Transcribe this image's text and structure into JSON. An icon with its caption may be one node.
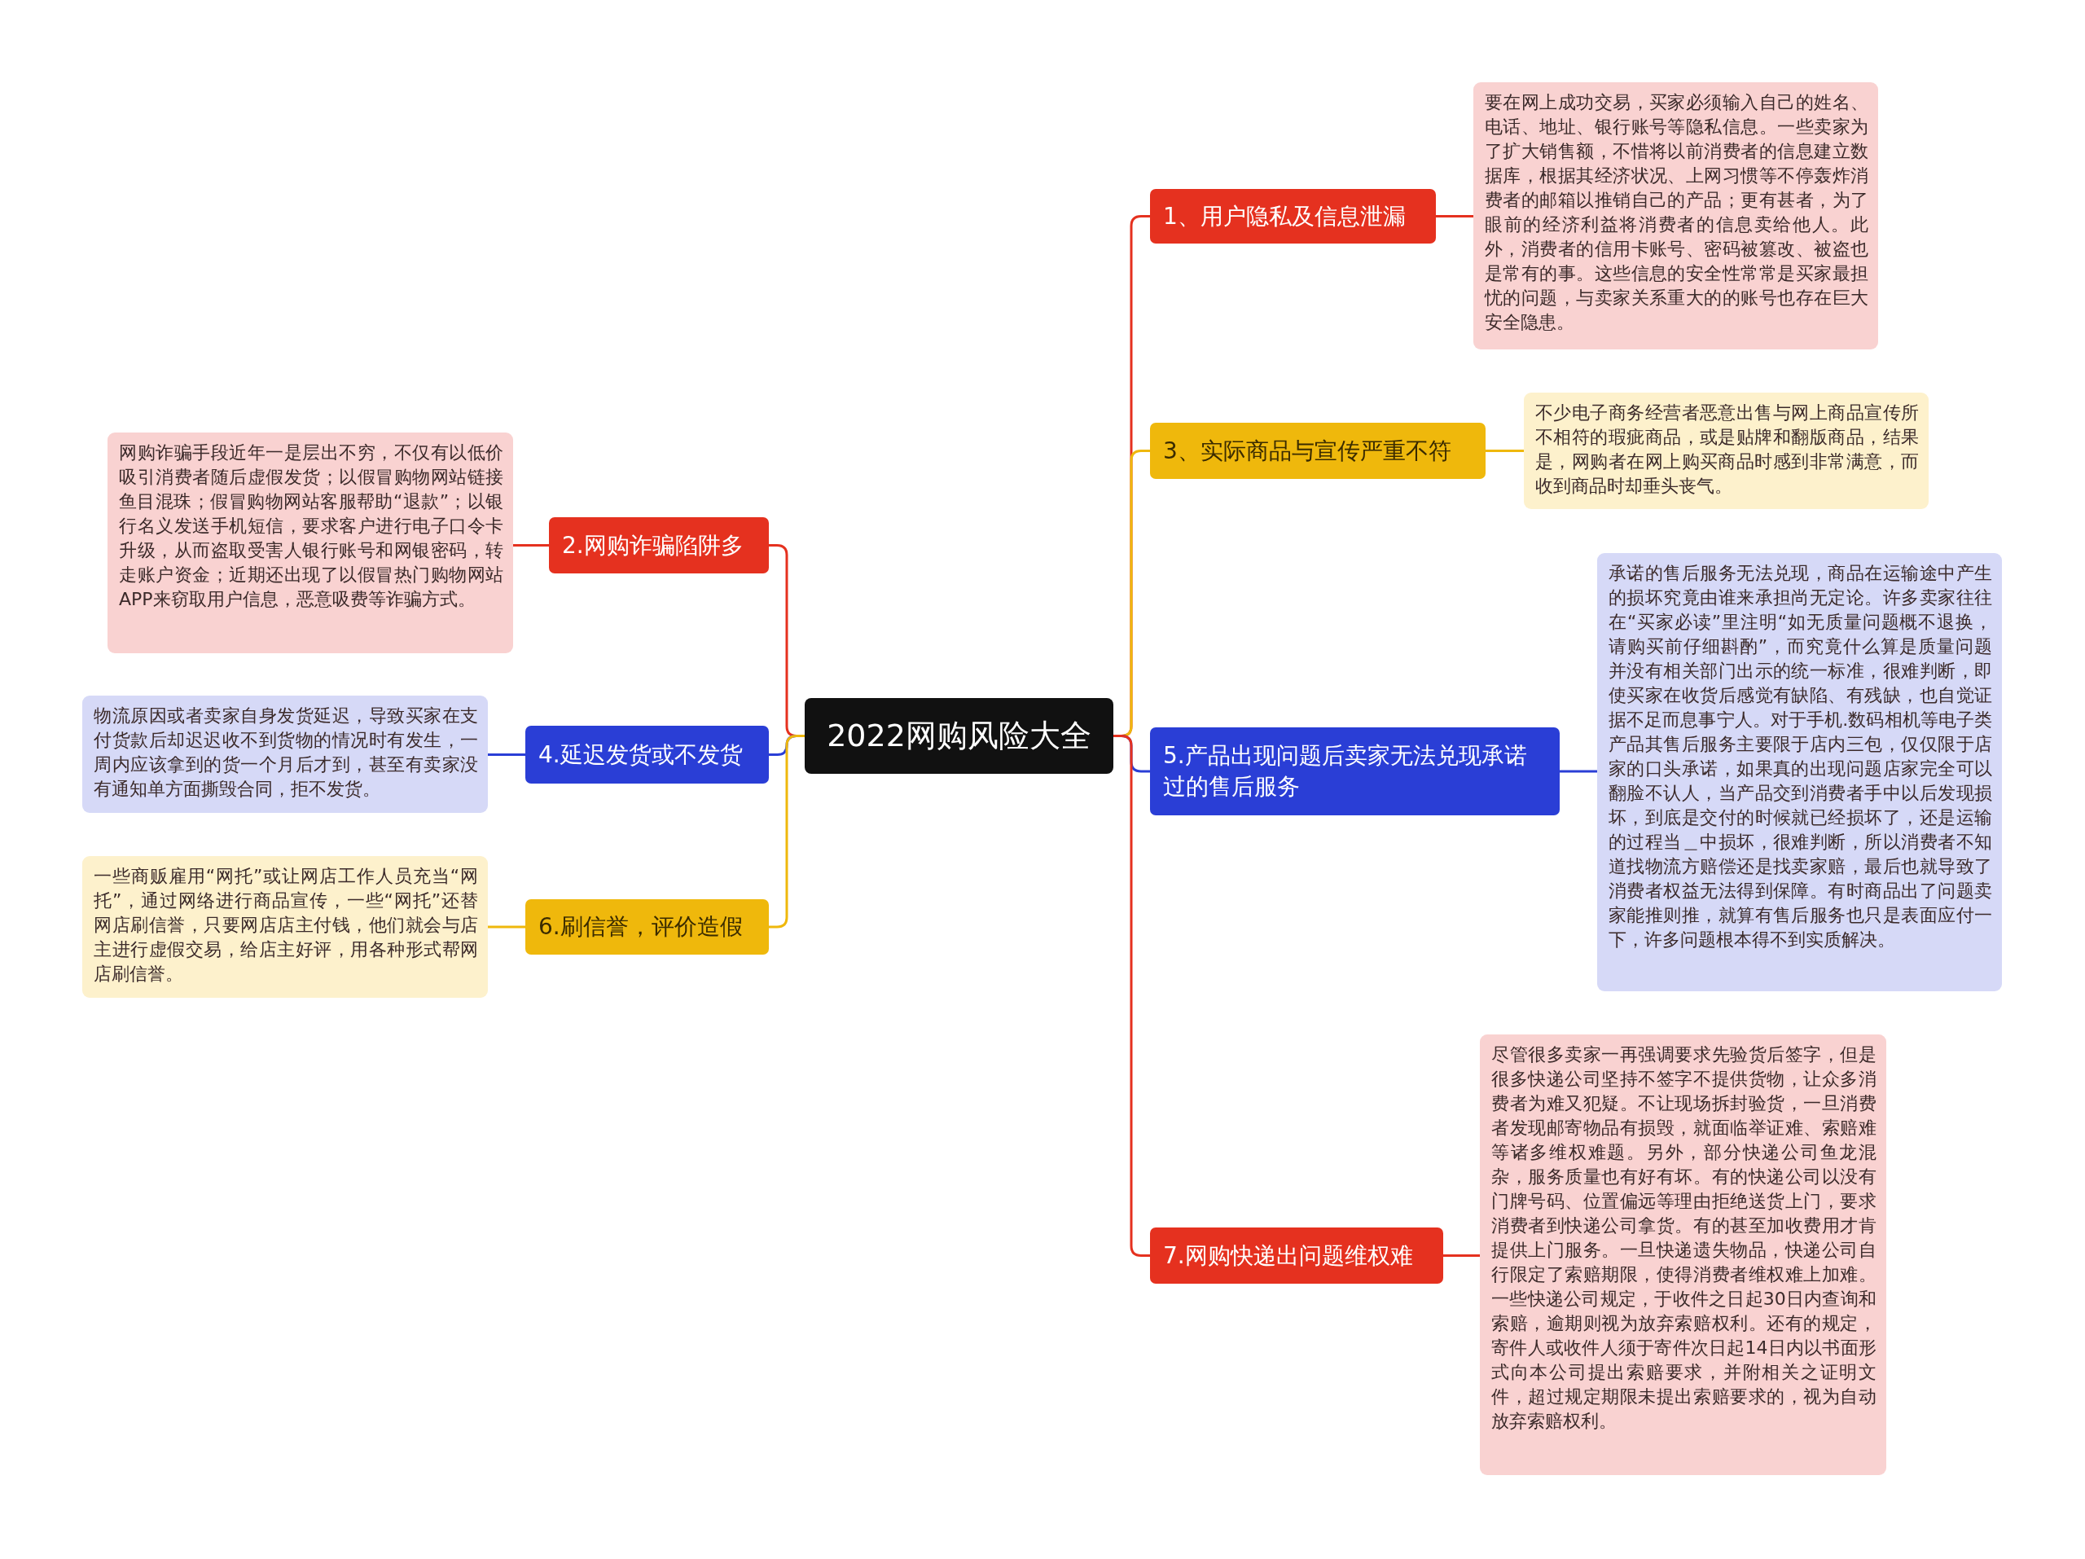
{
  "diagram": {
    "nodes": [
      {
        "text": [
          "2022网购风险大全"
        ]
      },
      {
        "text": [
          "1、用户隐私及信息泄漏"
        ]
      },
      {
        "text": [
          "要在网上成功交易，买家必须输入自己的姓名、电话、地址、银行账号等隐私信息。一些卖家为了扩大销售额，不惜将以前消费者的信息建立数据库，根据其经济状况、上网习惯等不停轰炸消费者的邮箱以推销自己的产品；更有甚者，为了眼前的经济利益将消费者的信息卖给他人。此外，消费者的信用卡账号、密码被篡改、被盗也是常有的事。这些信息的安全性常常是买家最担忧的问题，与卖家关系重大的的账号也存在巨大安全隐患。"
        ]
      },
      {
        "text": [
          "2.网购诈骗陷阱多"
        ]
      },
      {
        "text": [
          "网购诈骗手段近年一是层出不穷，不仅有以低价吸引消费者随后虚假发货；以假冒购物网站链接鱼目混珠；假冒购物网站客服帮助“退款”；以银行名义发送手机短信，要求客户进行电子口令卡升级，从而盗取受害人银行账号和网银密码，转走账户资金；近期还出现了以假冒热门购物网站APP来窃取用户信息，恶意吸费等诈骗方式。"
        ]
      },
      {
        "text": [
          "3、实际商品与宣传严重不符"
        ]
      },
      {
        "text": [
          "不少电子商务经营者恶意出售与网上商品宣传所不相符的瑕疵商品，或是贴牌和翻版商品，结果是，网购者在网上购买商品时感到非常满意，而收到商品时却垂头丧气。"
        ]
      },
      {
        "text": [
          "4.延迟发货或不发货"
        ]
      },
      {
        "text": [
          "物流原因或者卖家自身发货延迟，导致买家在支付货款后却迟迟收不到货物的情况时有发生，一周内应该拿到的货一个月后才到，甚至有卖家没有通知单方面撕毁合同，拒不发货。"
        ]
      },
      {
        "text": [
          "5.产品出现问题后卖家无法兑现承诺过的售后服务"
        ]
      },
      {
        "text": [
          "承诺的售后服务无法兑现，商品在运输途中产生的损坏究竟由谁来承担尚无定论。许多卖家往往在“买家必读”里注明“如无质量问题概不退换，请购买前仔细斟酌”，而究竟什么算是质量问题并没有相关部门出示的统一标准，很难判断，即使买家在收货后感觉有缺陷、有残缺，也自觉证据不足而息事宁人。对于手机.数码相机等电子类产品其售后服务主要限于店内三包，仅仅限于店家的口头承诺，如果真的出现问题店家完全可以翻脸不认人，当产品交到消费者手中以后发现损坏，到底是交付的时候就已经损坏了，还是运输的过程当＿中损坏，很难判断，所以消费者不知道找物流方赔偿还是找卖家赔，最后也就导致了消费者权益无法得到保障。有时商品出了问题卖家能推则推，就算有售后服务也只是表面应付一下，许多问题根本得不到实质解决。"
        ]
      },
      {
        "text": [
          "6.刷信誉，评价造假"
        ]
      },
      {
        "text": [
          "一些商贩雇用“网托”或让网店工作人员充当“网托”，通过网络进行商品宣传，一些“网托”还替网店刷信誉，只要网店店主付钱，他们就会与店主进行虚假交易，给店主好评，用各种形式帮网店刷信誉。"
        ]
      },
      {
        "text": [
          "7.网购快递出问题维权难"
        ]
      },
      {
        "text": [
          "尽管很多卖家一再强调要求先验货后签字，但是很多快递公司坚持不签字不提供货物，让众多消费者为难又犯疑。不让现场拆封验货，一旦消费者发现邮寄物品有损毁，就面临举证难、索赔难等诸多维权难题。另外，部分快递公司鱼龙混杂，服务质量也有好有坏。有的快递公司以没有门牌号码、位置偏远等理由拒绝送货上门，要求消费者到快递公司拿货。有的甚至加收费用才肯提供上门服务。一旦快递遗失物品，快递公司自行限定了索赔期限，使得消费者维权难上加难。一些快递公司规定，于收件之日起30日内查询和索赔，逾期则视为放弃索赔权利。还有的规定，寄件人或收件人须于寄件次日起14日内以书面形式向本公司提出索赔要求，并附相关之证明文件，超过规定期限未提出索赔要求的，视为自动放弃索赔权利。"
        ]
      }
    ],
    "edges": [
      {
        "from": 0,
        "to": 1,
        "arrow": "none",
        "color": "#e5311f"
      },
      {
        "from": 1,
        "to": 2,
        "arrow": "none",
        "color": "#e5311f"
      },
      {
        "from": 0,
        "to": 3,
        "arrow": "none",
        "color": "#e5311f"
      },
      {
        "from": 3,
        "to": 4,
        "arrow": "none",
        "color": "#e5311f"
      },
      {
        "from": 0,
        "to": 5,
        "arrow": "none",
        "color": "#efb80c"
      },
      {
        "from": 5,
        "to": 6,
        "arrow": "none",
        "color": "#efb80c"
      },
      {
        "from": 0,
        "to": 7,
        "arrow": "none",
        "color": "#2a3ed6"
      },
      {
        "from": 7,
        "to": 8,
        "arrow": "none",
        "color": "#2a3ed6"
      },
      {
        "from": 0,
        "to": 9,
        "arrow": "none",
        "color": "#2a3ed6"
      },
      {
        "from": 9,
        "to": 10,
        "arrow": "none",
        "color": "#2a3ed6"
      },
      {
        "from": 0,
        "to": 11,
        "arrow": "none",
        "color": "#efb80c"
      },
      {
        "from": 11,
        "to": 12,
        "arrow": "none",
        "color": "#efb80c"
      },
      {
        "from": 0,
        "to": 13,
        "arrow": "none",
        "color": "#e5311f"
      },
      {
        "from": 13,
        "to": 14,
        "arrow": "none",
        "color": "#e5311f"
      }
    ]
  }
}
